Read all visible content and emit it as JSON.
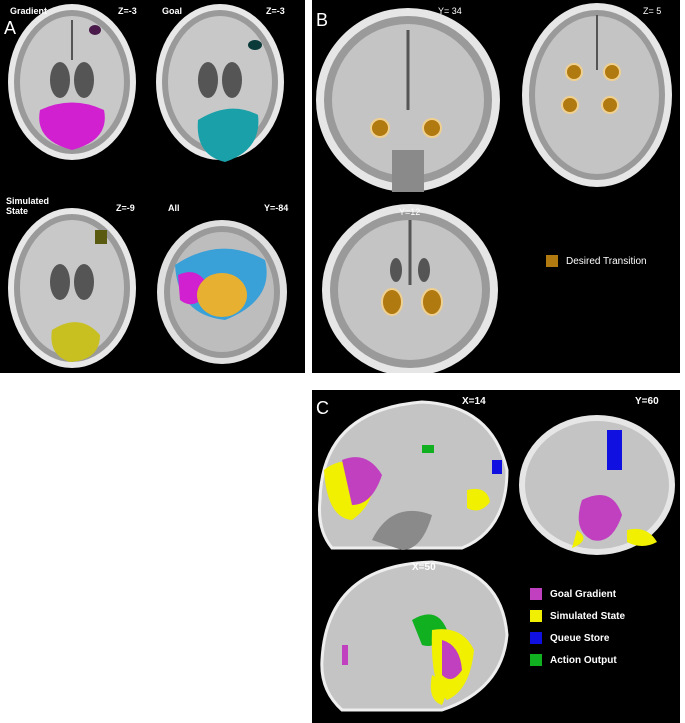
{
  "panelA": {
    "letter": "A",
    "slices": [
      {
        "title": "Gradient",
        "coord": "Z=-3",
        "blob": "#d020d0"
      },
      {
        "title": "Goal",
        "coord": "Z=-3",
        "blob": "#1aa0a8"
      },
      {
        "title": "Simulated State",
        "coord": "Z=-9",
        "blob": "#c8c020"
      },
      {
        "title": "All",
        "coord": "Y=-84",
        "blob": "mixed"
      }
    ]
  },
  "panelB": {
    "letter": "B",
    "coords": [
      "Y= 34",
      "Z= 5",
      "Y=12"
    ],
    "legend": {
      "label": "Desired Transition",
      "color": "#b07a10"
    }
  },
  "panelC": {
    "letter": "C",
    "coords": [
      "X=14",
      "Y=60",
      "X=50"
    ],
    "legend": [
      {
        "label": "Goal Gradient",
        "color": "#c040c0"
      },
      {
        "label": "Simulated State",
        "color": "#f0f000"
      },
      {
        "label": "Queue Store",
        "color": "#1010e0"
      },
      {
        "label": "Action Output",
        "color": "#10b020"
      }
    ]
  }
}
